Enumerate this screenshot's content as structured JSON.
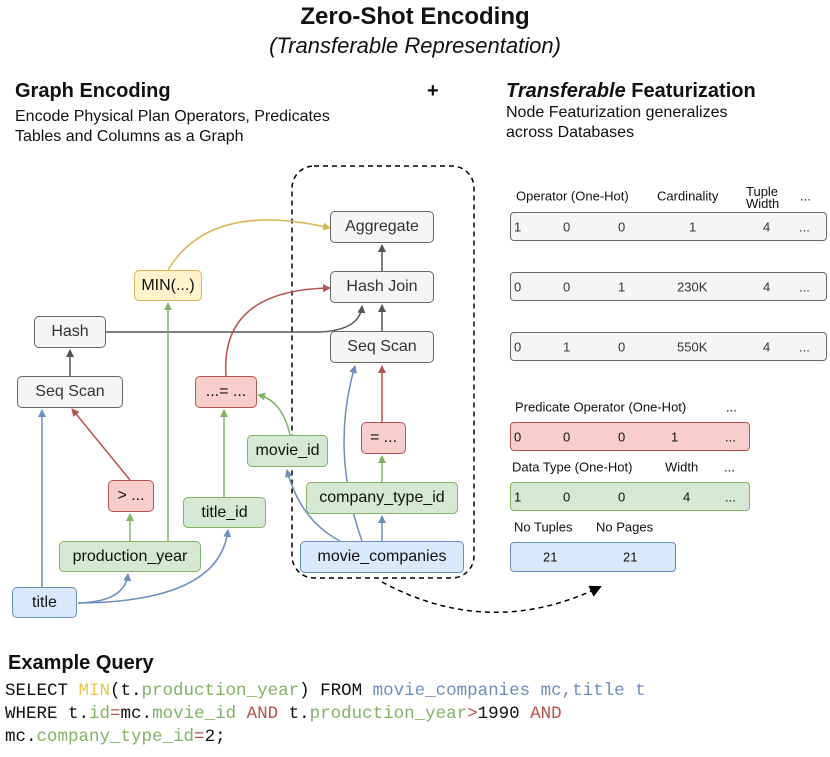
{
  "title": "Zero-Shot Encoding",
  "subtitle": "(Transferable Representation)",
  "graph_encoding": {
    "heading": "Graph Encoding",
    "line1": "Encode Physical Plan Operators, Predicates",
    "line2": "Tables and Columns as a Graph"
  },
  "plus": "+",
  "featurization": {
    "heading_italic": "Transferable",
    "heading_rest": " Featurization",
    "line1": "Node Featurization generalizes",
    "line2": "across Databases"
  },
  "nodes": {
    "aggregate": "Aggregate",
    "hash_join": "Hash Join",
    "seq_scan_right": "Seq Scan",
    "hash": "Hash",
    "seq_scan_left": "Seq Scan",
    "min": "MIN(...)",
    "join_pred": "...= ...",
    "eq_pred": "= ...",
    "gt_pred": "> ...",
    "movie_id": "movie_id",
    "title_id": "title_id",
    "company_type_id": "company_type_id",
    "production_year": "production_year",
    "movie_companies": "movie_companies",
    "title": "title"
  },
  "operator_table": {
    "headers": [
      "Operator (One-Hot)",
      "Cardinality",
      "Tuple",
      "Width",
      "..."
    ],
    "rows": [
      [
        "1",
        "0",
        "0",
        "1",
        "4",
        "..."
      ],
      [
        "0",
        "0",
        "1",
        "230K",
        "4",
        "..."
      ],
      [
        "0",
        "1",
        "0",
        "550K",
        "4",
        "..."
      ]
    ]
  },
  "predicate_table": {
    "headers": [
      "Predicate Operator (One-Hot)",
      "..."
    ],
    "row": [
      "0",
      "0",
      "0",
      "1",
      "..."
    ]
  },
  "column_table": {
    "headers": [
      "Data Type (One-Hot)",
      "Width",
      "..."
    ],
    "row": [
      "1",
      "0",
      "0",
      "4",
      "..."
    ]
  },
  "table_table": {
    "headers": [
      "No Tuples",
      "No Pages"
    ],
    "row": [
      "21",
      "21"
    ]
  },
  "example_query": {
    "heading": "Example Query",
    "line1": [
      {
        "text": "SELECT ",
        "color": "#111111"
      },
      {
        "text": "MIN",
        "color": "#e8c84a"
      },
      {
        "text": "(t.",
        "color": "#111111"
      },
      {
        "text": "production_year",
        "color": "#82b366"
      },
      {
        "text": ") FROM ",
        "color": "#111111"
      },
      {
        "text": "movie_companies mc,title t",
        "color": "#6c8ebf"
      }
    ],
    "line2": [
      {
        "text": "WHERE t.",
        "color": "#111111"
      },
      {
        "text": "id",
        "color": "#82b366"
      },
      {
        "text": "=",
        "color": "#b85450"
      },
      {
        "text": "mc.",
        "color": "#111111"
      },
      {
        "text": "movie_id",
        "color": "#82b366"
      },
      {
        "text": " AND ",
        "color": "#b85450"
      },
      {
        "text": "t.",
        "color": "#111111"
      },
      {
        "text": "production_year",
        "color": "#82b366"
      },
      {
        "text": ">",
        "color": "#b85450"
      },
      {
        "text": "1990 ",
        "color": "#111111"
      },
      {
        "text": "AND",
        "color": "#b85450"
      }
    ],
    "line3": [
      {
        "text": "mc.",
        "color": "#111111"
      },
      {
        "text": "company_type_id",
        "color": "#82b366"
      },
      {
        "text": "=",
        "color": "#b85450"
      },
      {
        "text": "2;",
        "color": "#111111"
      }
    ]
  },
  "colors": {
    "gray_edge": "#555555",
    "yellow_edge": "#d6b656",
    "red_edge": "#b85450",
    "green_edge": "#82b366",
    "blue_edge": "#6c8ebf"
  }
}
